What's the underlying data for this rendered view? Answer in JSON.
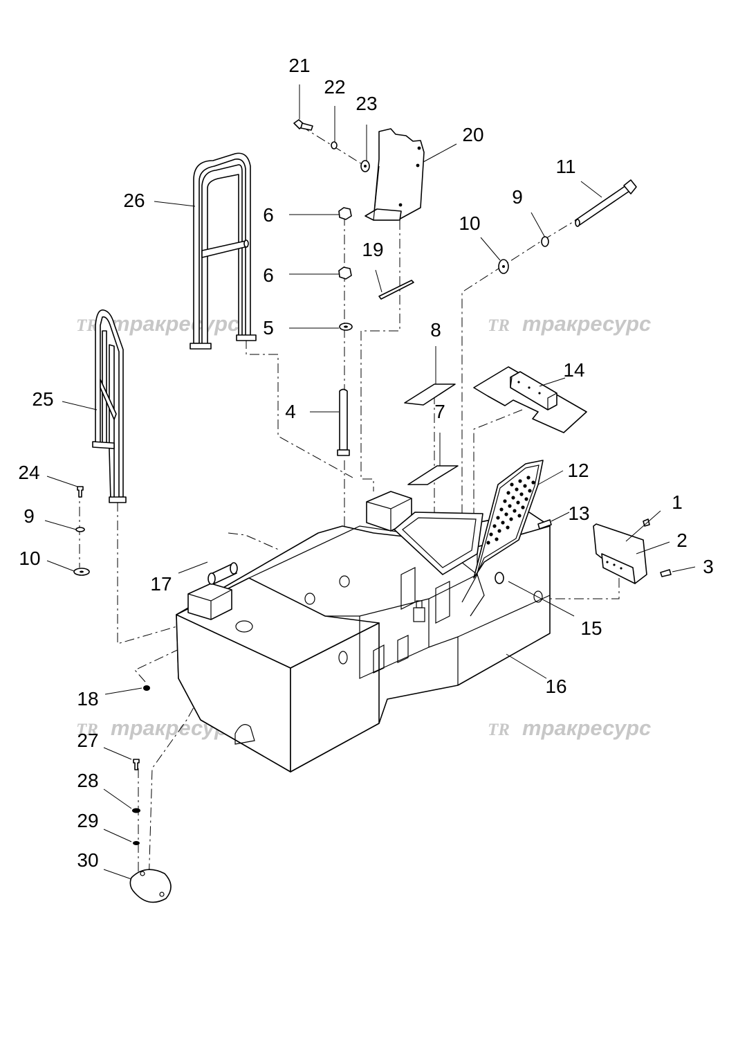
{
  "watermark": {
    "logo": "TR",
    "text": "тракресурс"
  },
  "callouts": [
    {
      "id": "c21",
      "label": "21"
    },
    {
      "id": "c22",
      "label": "22"
    },
    {
      "id": "c23",
      "label": "23"
    },
    {
      "id": "c20",
      "label": "20"
    },
    {
      "id": "c11",
      "label": "11"
    },
    {
      "id": "c26",
      "label": "26"
    },
    {
      "id": "c6a",
      "label": "6"
    },
    {
      "id": "c9a",
      "label": "9"
    },
    {
      "id": "c10a",
      "label": "10"
    },
    {
      "id": "c19",
      "label": "19"
    },
    {
      "id": "c6b",
      "label": "6"
    },
    {
      "id": "c5",
      "label": "5"
    },
    {
      "id": "c8",
      "label": "8"
    },
    {
      "id": "c14",
      "label": "14"
    },
    {
      "id": "c25",
      "label": "25"
    },
    {
      "id": "c4",
      "label": "4"
    },
    {
      "id": "c7",
      "label": "7"
    },
    {
      "id": "c12",
      "label": "12"
    },
    {
      "id": "c24",
      "label": "24"
    },
    {
      "id": "c1",
      "label": "1"
    },
    {
      "id": "c13",
      "label": "13"
    },
    {
      "id": "c9b",
      "label": "9"
    },
    {
      "id": "c2",
      "label": "2"
    },
    {
      "id": "c10b",
      "label": "10"
    },
    {
      "id": "c3",
      "label": "3"
    },
    {
      "id": "c17",
      "label": "17"
    },
    {
      "id": "c15",
      "label": "15"
    },
    {
      "id": "c16",
      "label": "16"
    },
    {
      "id": "c18",
      "label": "18"
    },
    {
      "id": "c27",
      "label": "27"
    },
    {
      "id": "c28",
      "label": "28"
    },
    {
      "id": "c29",
      "label": "29"
    },
    {
      "id": "c30",
      "label": "30"
    }
  ]
}
